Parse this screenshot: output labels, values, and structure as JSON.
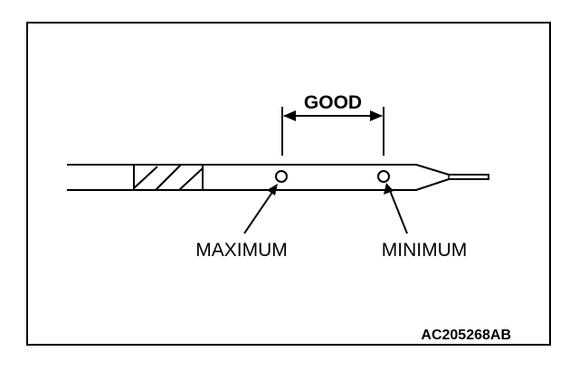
{
  "diagram": {
    "range_label": "GOOD",
    "marks": [
      {
        "label": "MAXIMUM"
      },
      {
        "label": "MINIMUM"
      }
    ],
    "reference_code": "AC205268AB"
  }
}
